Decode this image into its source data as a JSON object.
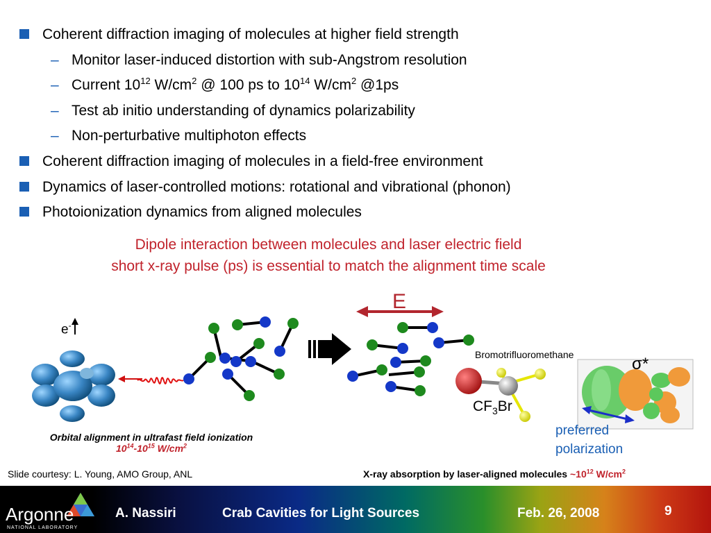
{
  "bullets": [
    {
      "level": 1,
      "text": "Coherent diffraction imaging of molecules at higher field strength"
    },
    {
      "level": 2,
      "text": "Monitor laser-induced distortion with sub-Angstrom resolution"
    },
    {
      "level": 2,
      "parts": [
        "Current 10",
        "12",
        " W/cm",
        "2",
        " @ 100 ps to 10",
        "14",
        " W/cm",
        "2",
        " @1ps"
      ]
    },
    {
      "level": 2,
      "text": "Test ab initio understanding of dynamics polarizability"
    },
    {
      "level": 2,
      "text": "Non-perturbative multiphoton effects"
    },
    {
      "level": 1,
      "text": "Coherent diffraction imaging of molecules in a field-free environment"
    },
    {
      "level": 1,
      "text": "Dynamics of laser-controlled motions: rotational and vibrational (phonon)"
    },
    {
      "level": 1,
      "text": "Photoionization dynamics from aligned molecules"
    }
  ],
  "highlight": {
    "line1": "Dipole interaction between molecules and laser electric field",
    "line2": "short x-ray pulse (ps) is essential to match the alignment time scale"
  },
  "figure": {
    "electron_label": "e",
    "electron_sup": "-",
    "field_label": "E",
    "molecule_name": "Bromotrifluoromethane",
    "formula": {
      "a": "CF",
      "sub": "3",
      "b": "Br"
    },
    "sigma_label": "σ*",
    "preferred": "preferred",
    "polarization": "polarization",
    "left_caption": "Orbital alignment in ultrafast field ionization",
    "left_caption_range": [
      "10",
      "14",
      "-10",
      "15",
      " W/cm",
      "2"
    ],
    "xray_caption": "X-ray absorption by laser-aligned molecules",
    "xray_value": [
      "~10",
      "12",
      " W/cm",
      "2"
    ]
  },
  "credit": "Slide courtesy: L. Young, AMO Group, ANL",
  "footer": {
    "org": "Argonne",
    "org_sub": "NATIONAL LABORATORY",
    "author": "A. Nassiri",
    "talk": "Crab Cavities for Light Sources",
    "date": "Feb. 26, 2008",
    "page": "9"
  },
  "colors": {
    "bullet": "#1a5fb4",
    "accent_red": "#c0222b",
    "atom_green": "#1e8a1e",
    "atom_blue": "#1438c8"
  }
}
